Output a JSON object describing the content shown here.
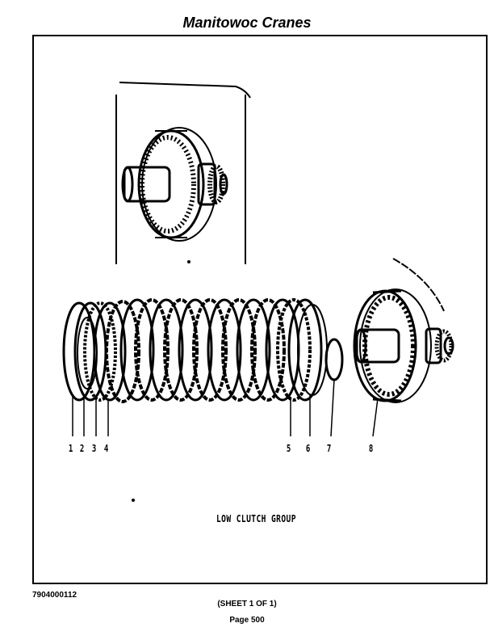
{
  "header": {
    "title": "Manitowoc Cranes"
  },
  "figure": {
    "title": "LOW CLUTCH GROUP",
    "callouts": [
      "1",
      "2",
      "3",
      "4",
      "5",
      "6",
      "7",
      "8"
    ]
  },
  "footer": {
    "doc_number": "7904000112",
    "sheet": "(SHEET 1 OF 1)",
    "page": "Page 500"
  }
}
